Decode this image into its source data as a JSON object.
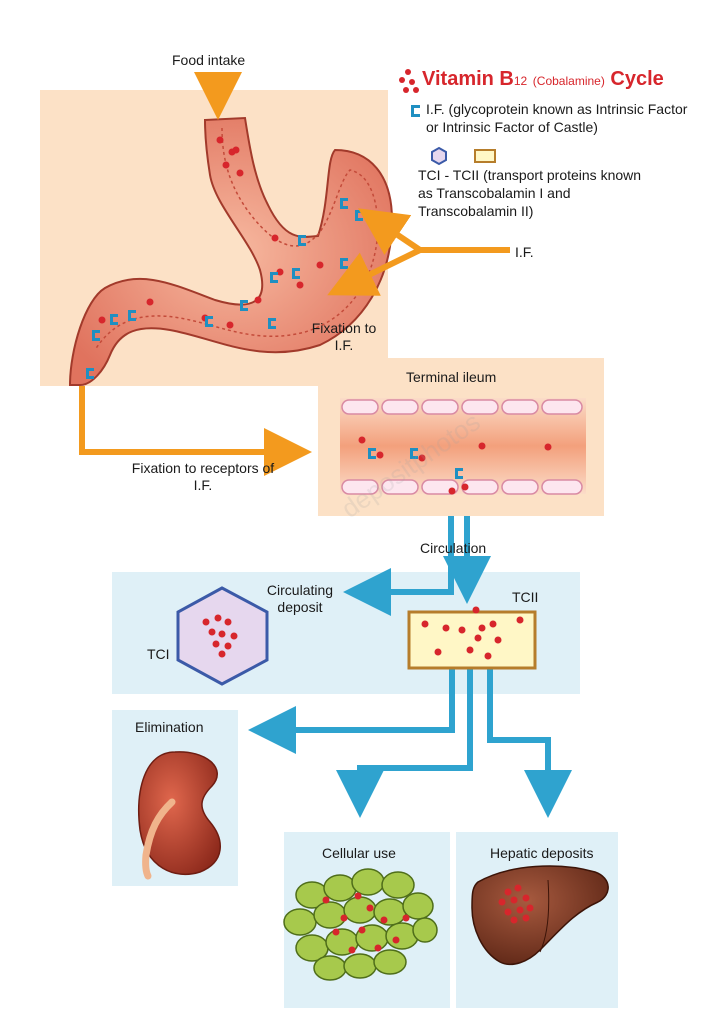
{
  "title": {
    "main": "Vitamin B",
    "subscript": "12",
    "paren": "(Cobalamine)",
    "tail": "Cycle"
  },
  "legend": {
    "if_text": "I.F. (glycoprotein known as Intrinsic Factor or Intrinsic Factor of Castle)",
    "tc_text": "TCI - TCII (transport proteins known as Transcobalamin I and Transcobalamin II)"
  },
  "labels": {
    "food_intake": "Food intake",
    "if_label": "I.F.",
    "fixation_if": "Fixation to I.F.",
    "terminal_ileum": "Terminal ileum",
    "fixation_receptors": "Fixation to receptors of I.F.",
    "circulation": "Circulation",
    "circulating_deposit": "Circulating deposit",
    "tci": "TCI",
    "tcii": "TCII",
    "elimination": "Elimination",
    "cellular_use": "Cellular use",
    "hepatic_deposits": "Hepatic deposits"
  },
  "colors": {
    "accent_red": "#d7262c",
    "arrow_orange": "#f39a1e",
    "arrow_blue": "#2fa3cf",
    "peach_panel": "#fce1c6",
    "blue_panel": "#dff0f7",
    "if_cyan": "#1f8fc1",
    "tc_box_fill": "#fff7c6",
    "tc_box_stroke": "#b67d2b",
    "hex_fill": "#e6d7ee",
    "hex_stroke": "#3b5aa8"
  },
  "watermark": "depositphotos"
}
